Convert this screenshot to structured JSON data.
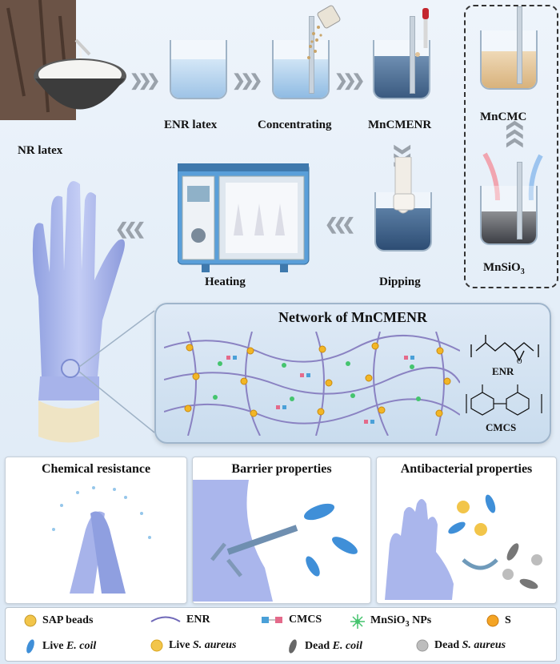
{
  "process": {
    "nr_latex": "NR latex",
    "enr_latex": "ENR latex",
    "concentrating": "Concentrating",
    "mncmenr": "MnCMENR",
    "mncmc": "MnCMC",
    "mnsio3_base": "MnSiO",
    "mnsio3_sub": "3",
    "dipping": "Dipping",
    "heating": "Heating"
  },
  "network": {
    "title": "Network of MnCMENR",
    "enr_label": "ENR",
    "cmcs_label": "CMCS"
  },
  "panels": {
    "chemical": "Chemical resistance",
    "barrier": "Barrier properties",
    "antibacterial": "Antibacterial properties"
  },
  "legend": {
    "sap": "SAP beads",
    "enr": "ENR",
    "cmcs": "CMCS",
    "mnsio3_base": "MnSiO",
    "mnsio3_sub": "3",
    "mnsio3_rest": " NPs",
    "s": "S",
    "live_prefix": "Live ",
    "live_ecoli": "E. coil",
    "live_saureus": "S. aureus",
    "dead_prefix": "Dead ",
    "dead_ecoli": "E. coil",
    "dead_saureus": "S. aureus"
  },
  "colors": {
    "glove": "#a9b6ec",
    "latex_white": "#f4f4f2",
    "enr_liquid": "#bcd6ee",
    "mncmenr_liquid": "#4e6f93",
    "mncmc_liquid": "#e2c49a",
    "sap_yellow": "#f2c54a",
    "bacteria_blue": "#3f8fd8"
  }
}
